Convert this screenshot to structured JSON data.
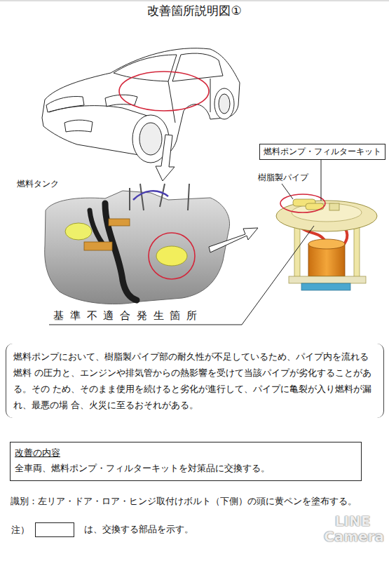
{
  "diagram": {
    "title": "改善箇所説明図①",
    "nodes": [
      {
        "text": [
          "燃料ポンプ・フィルターキット"
        ]
      },
      {
        "text": [
          "燃料ポンプにおいて、樹脂製パイプ部の耐久性が不足しているため、パイプ内を流れる燃料 の圧力と、エンジンや排気管からの熱影響を受けて当該パイプが劣化することがある。その ため、そのまま使用を続けると劣化が進行して、パイプに亀裂が入り燃料が漏れ、最悪の場 合、火災に至るおそれがある。"
        ]
      },
      {
        "text": [
          "改善の内容",
          "全車両、燃料ポンプ・フィルターキットを対策品に交換する。"
        ]
      }
    ],
    "labels": [
      "燃料タンク",
      "樹脂製パイプ",
      "基 準 不 適 合 発 生 箇 所",
      "識別：左リア・ドア・ロア・ヒンジ取付けボルト（下側）の頭に黄ペンを塗布する。",
      "注）",
      "LINE Camera"
    ],
    "legend": [
      {
        "text": "は、交換する部品を示す。"
      }
    ]
  }
}
